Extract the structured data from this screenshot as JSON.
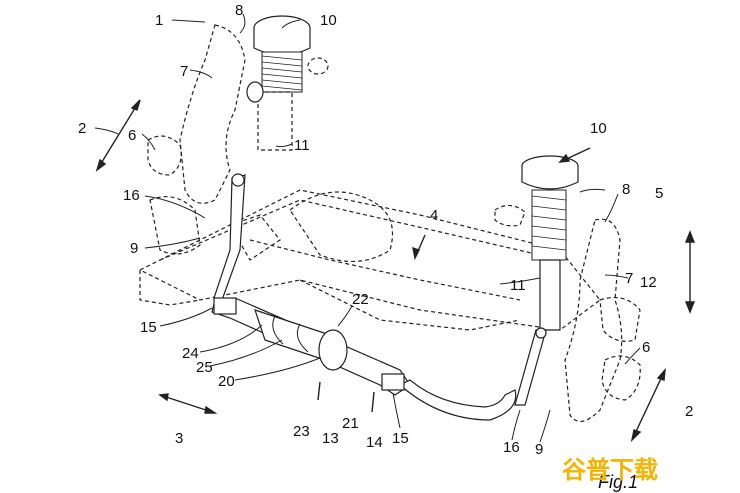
{
  "labels": {
    "l1": "1",
    "l2a": "2",
    "l2b": "2",
    "l3": "3",
    "l4": "4",
    "l5": "5",
    "l6a": "6",
    "l6b": "6",
    "l7a": "7",
    "l7b": "7",
    "l8a": "8",
    "l8b": "8",
    "l9a": "9",
    "l9b": "9",
    "l10a": "10",
    "l10b": "10",
    "l11a": "11",
    "l11b": "11",
    "l12": "12",
    "l13": "13",
    "l14": "14",
    "l15a": "15",
    "l15b": "15",
    "l16a": "16",
    "l16b": "16",
    "l20": "20",
    "l21": "21",
    "l22": "22",
    "l23": "23",
    "l24": "24",
    "l25": "25"
  },
  "figure_caption": "Fig.1",
  "watermark": "谷普下载"
}
